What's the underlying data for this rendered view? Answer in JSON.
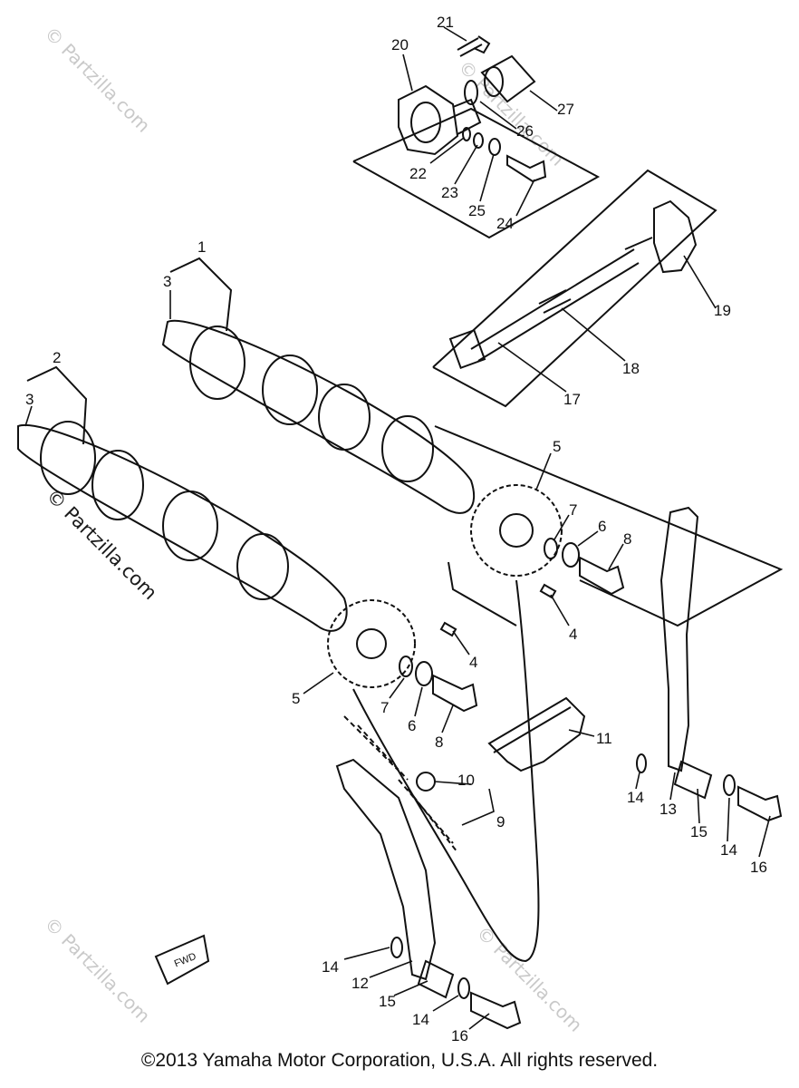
{
  "diagram": {
    "callouts": [
      "21",
      "20",
      "27",
      "26",
      "22",
      "23",
      "25",
      "24",
      "19",
      "1",
      "3",
      "18",
      "17",
      "2",
      "3",
      "5",
      "7",
      "6",
      "8",
      "4",
      "4",
      "5",
      "7",
      "6",
      "8",
      "11",
      "10",
      "9",
      "14",
      "13",
      "15",
      "14",
      "16",
      "14",
      "12",
      "15",
      "14",
      "16"
    ],
    "watermarks": [
      "© Partzilla.com",
      "© Partzilla.com",
      "© Partzilla.com",
      "© Partzilla.com",
      "© Partzilla.com"
    ],
    "fwd_label": "FWD",
    "copyright": "©2013  Yamaha Motor Corporation, U.S.A. All rights reserved."
  }
}
